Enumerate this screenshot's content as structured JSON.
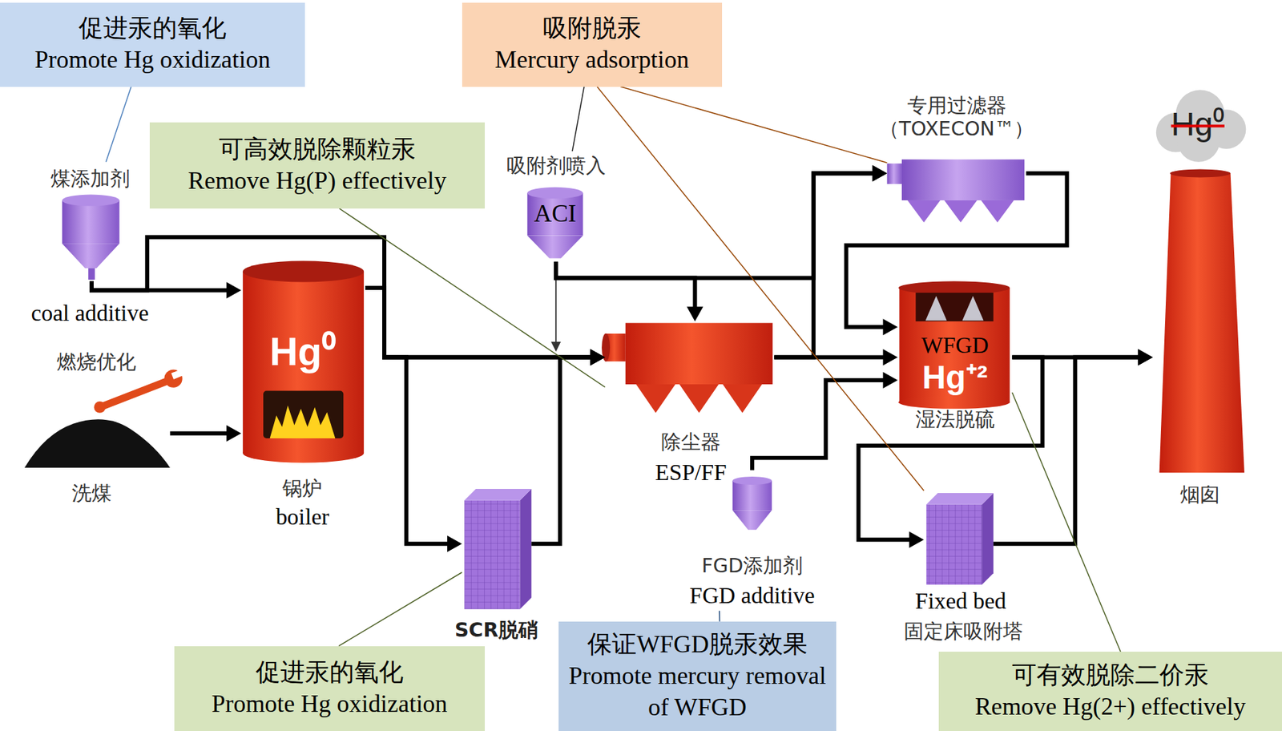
{
  "diagram": {
    "nodes": [
      {
        "text": [
          "促进汞的氧化",
          "Promote Hg oxidization"
        ]
      },
      {
        "text": [
          "吸附脱汞",
          "Mercury adsorption"
        ]
      },
      {
        "text": [
          "可高效脱除颗粒汞",
          "Remove Hg(P) effectively"
        ]
      },
      {
        "text": [
          "促进汞的氧化",
          "Promote Hg oxidization"
        ]
      },
      {
        "text": [
          "保证WFGD脱汞效果",
          "Promote mercury removal of WFGD"
        ]
      },
      {
        "text": [
          "可有效脱除二价汞",
          "Remove Hg(2+) effectively"
        ]
      },
      {
        "text": [
          "煤添加剂",
          "coal additive"
        ]
      },
      {
        "text": [
          "洗煤"
        ]
      },
      {
        "text": [
          "Hg⁰",
          "锅炉",
          "boiler"
        ]
      },
      {
        "text": [
          "吸附剂喷入",
          "ACI"
        ]
      },
      {
        "text": [
          "除尘器",
          "ESP/FF"
        ]
      },
      {
        "text": [
          "SCR脱硝"
        ]
      },
      {
        "text": [
          "FGD添加剂",
          "FGD additive"
        ]
      },
      {
        "text": [
          "专用过滤器 （TOXECON™）"
        ]
      },
      {
        "text": [
          "WFGD",
          "Hg⁺²",
          "湿法脱硫"
        ]
      },
      {
        "text": [
          "Fixed bed",
          "固定床吸附塔"
        ]
      },
      {
        "text": [
          "烟囱"
        ]
      }
    ],
    "edges": [
      {
        "from": 7,
        "to": 8,
        "arrow": "to"
      },
      {
        "from": 6,
        "to": 8,
        "arrow": "to"
      },
      {
        "from": 6,
        "to": 10,
        "arrow": "to"
      },
      {
        "from": 8,
        "to": 10,
        "arrow": "to"
      },
      {
        "from": 8,
        "to": 11,
        "arrow": "to"
      },
      {
        "from": 11,
        "to": 10,
        "arrow": "to"
      },
      {
        "from": 9,
        "to": 10,
        "arrow": "to"
      },
      {
        "from": 9,
        "to": 13,
        "arrow": "to"
      },
      {
        "from": 10,
        "to": 13,
        "arrow": "to"
      },
      {
        "from": 10,
        "to": 14,
        "arrow": "to"
      },
      {
        "from": 13,
        "to": 14,
        "arrow": "to"
      },
      {
        "from": 12,
        "to": 14,
        "arrow": "to"
      },
      {
        "from": 14,
        "to": 15,
        "arrow": "to"
      },
      {
        "from": 14,
        "to": 16,
        "arrow": "to"
      },
      {
        "from": 15,
        "to": 16,
        "arrow": "to"
      },
      {
        "from": 0,
        "to": 6,
        "arrow": "none"
      },
      {
        "from": 1,
        "to": 9,
        "arrow": "none"
      },
      {
        "from": 1,
        "to": 13,
        "arrow": "none"
      },
      {
        "from": 1,
        "to": 15,
        "arrow": "none"
      },
      {
        "from": 2,
        "to": 10,
        "arrow": "none"
      },
      {
        "from": 3,
        "to": 11,
        "arrow": "none"
      },
      {
        "from": 4,
        "to": 12,
        "arrow": "none"
      },
      {
        "from": 5,
        "to": 14,
        "arrow": "none"
      }
    ],
    "labels": [
      "燃烧优化",
      "Hg⁰"
    ]
  }
}
